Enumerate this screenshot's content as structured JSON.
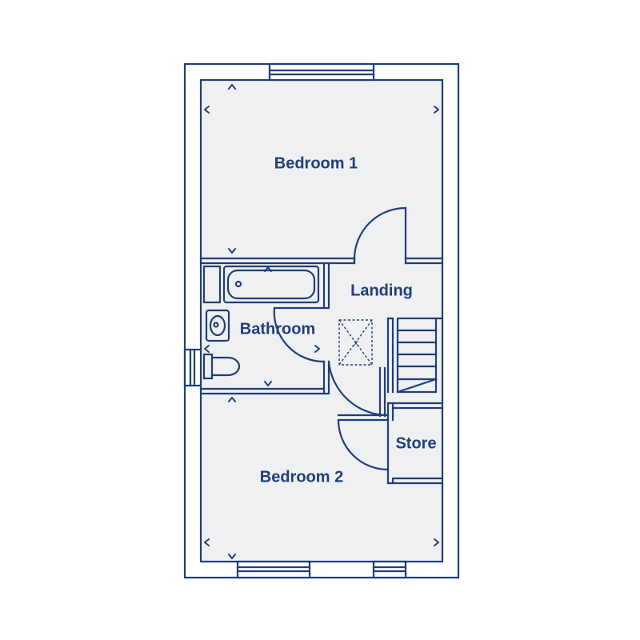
{
  "rooms": {
    "bedroom1": "Bedroom 1",
    "landing": "Landing",
    "bathroom": "Bathroom",
    "store": "Store",
    "bedroom2": "Bedroom 2"
  },
  "loft_hatch_mark": "x",
  "colors": {
    "wall": "#1f3f7a",
    "floor": "#eff0f2",
    "background": "#ffffff"
  }
}
